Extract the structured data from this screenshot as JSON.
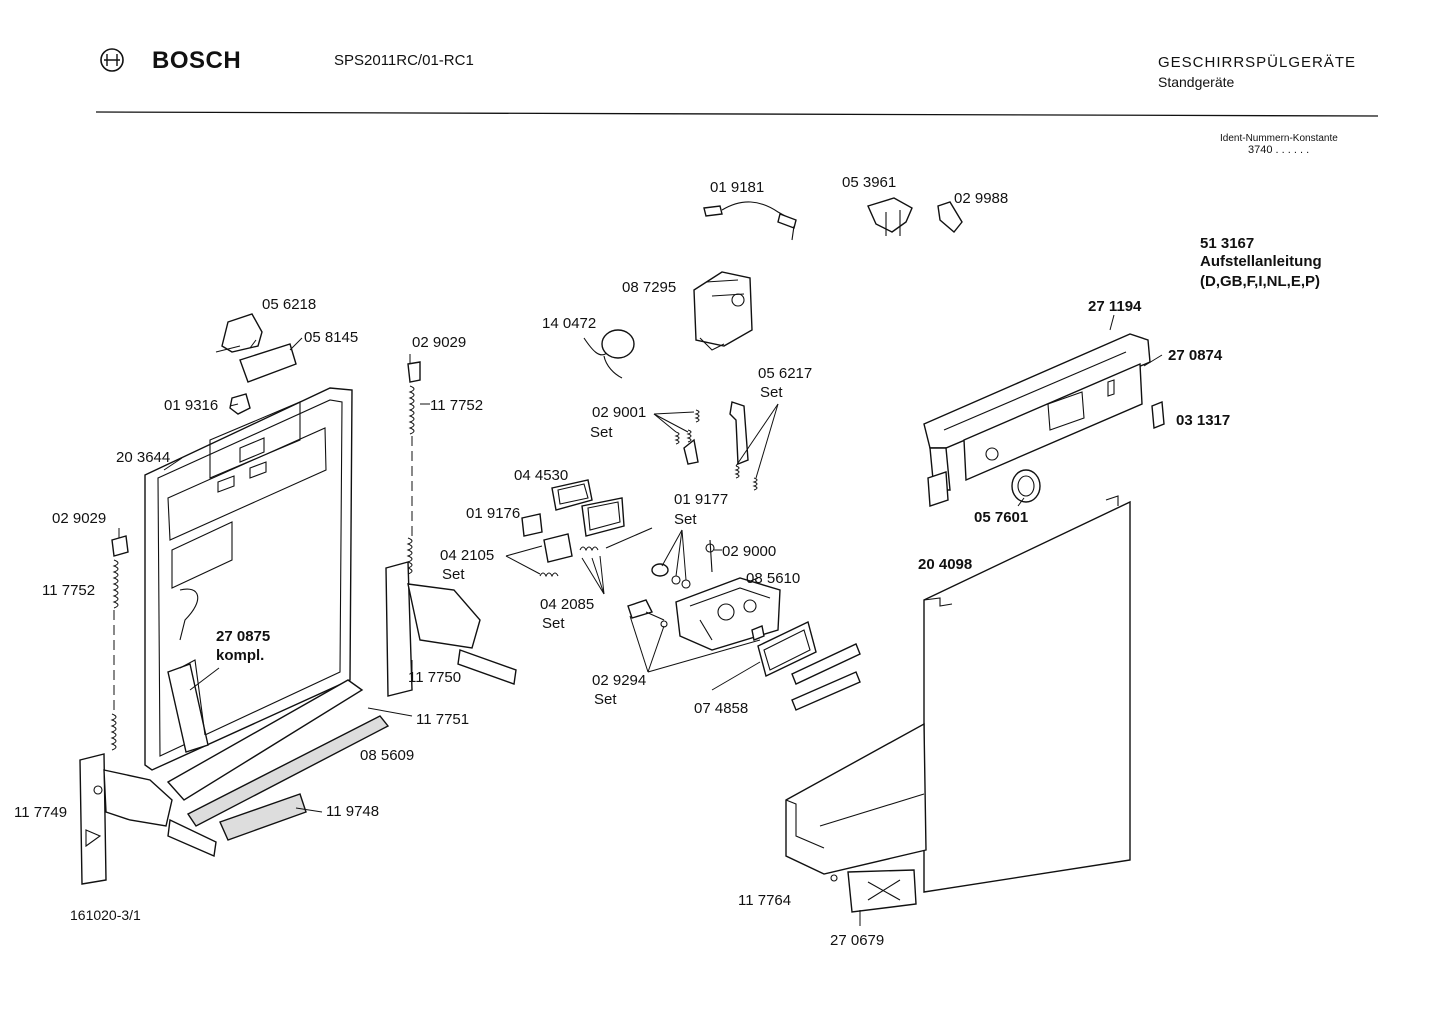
{
  "header": {
    "brand": "BOSCH",
    "model": "SPS2011RC/01-RC1",
    "category": "GESCHIRRSPÜLGERÄTE",
    "subcategory": "Standgeräte",
    "ident_label": "Ident-Nummern-Konstante",
    "ident_value": "3740  . .  . . . ."
  },
  "instructions": {
    "number": "51 3167",
    "title": "Aufstellanleitung",
    "languages": "(D,GB,F,I,NL,E,P)"
  },
  "drawing_number": "161020-3/1",
  "parts": {
    "p019181": "01 9181",
    "p053961": "05 3961",
    "p029988": "02 9988",
    "p087295": "08 7295",
    "p140472": "14 0472",
    "p056218": "05 6218",
    "p058145": "05 8145",
    "p029029a": "02 9029",
    "p117752a": "11 7752",
    "p019316": "01 9316",
    "p203644": "20 3644",
    "p029029b": "02 9029",
    "p117752b": "11 7752",
    "p270875": "27 0875",
    "p270875_note": "kompl.",
    "p117749": "11 7749",
    "p117750": "11 7750",
    "p117751": "11 7751",
    "p085609": "08 5609",
    "p119748": "11 9748",
    "p029001": "02 9001",
    "p044530": "04 4530",
    "p019176": "01 9176",
    "p042105": "04 2105",
    "p042085": "04 2085",
    "p056217": "05 6217",
    "p019177": "01 9177",
    "p029000": "02 9000",
    "p085610": "08 5610",
    "p029294": "02 9294",
    "p074858": "07 4858",
    "p271194": "27 1194",
    "p270874": "27 0874",
    "p031317": "03 1317",
    "p057601": "05 7601",
    "p204098": "20 4098",
    "p117764": "11 7764",
    "p270679": "27 0679",
    "set": "Set"
  }
}
